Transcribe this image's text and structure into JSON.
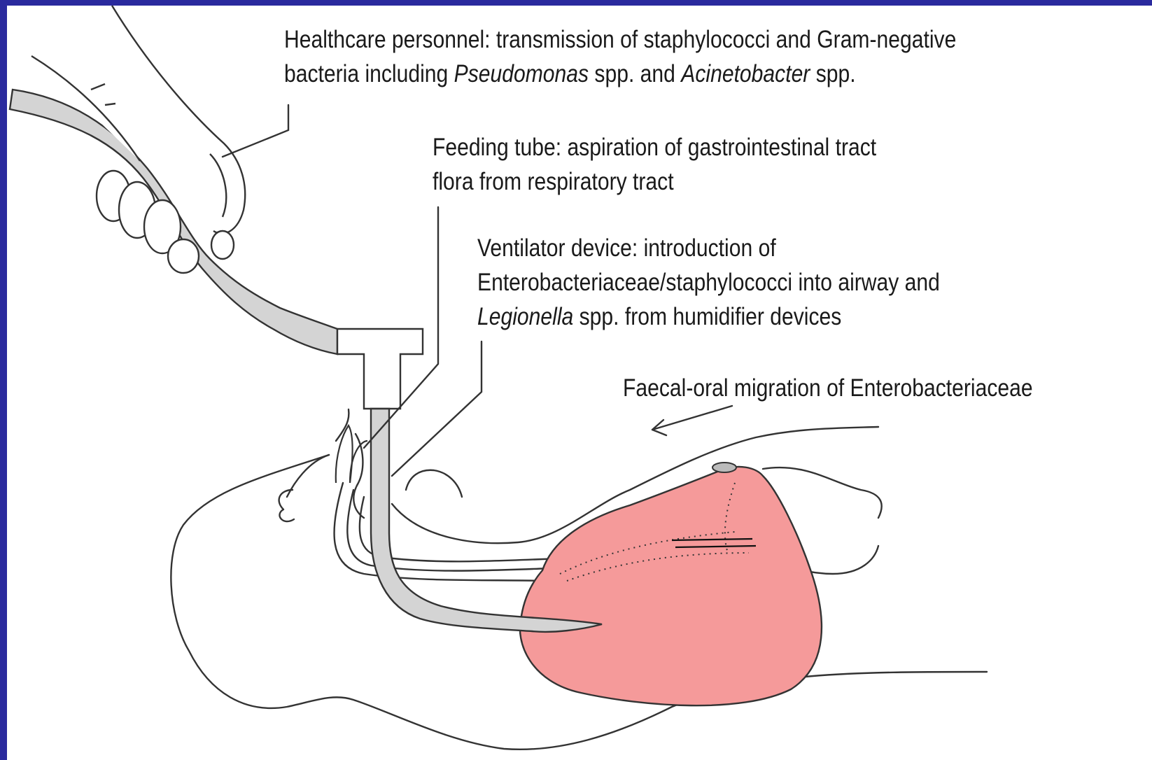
{
  "colors": {
    "slide_border": "#2a2a9e",
    "background": "#ffffff",
    "lung_fill": "#f59a9a",
    "tube_fill": "#d4d4d4",
    "line": "#333333"
  },
  "labels": {
    "personnel": {
      "line1": "Healthcare personnel: transmission of staphylococci and Gram-negative",
      "line2_a": "bacteria including ",
      "line2_b": "Pseudomonas",
      "line2_c": " spp. and ",
      "line2_d": "Acinetobacter",
      "line2_e": " spp."
    },
    "feeding": {
      "line1": "Feeding tube: aspiration of gastrointestinal tract",
      "line2": "flora from respiratory tract"
    },
    "ventilator": {
      "line1": "Ventilator device: introduction of",
      "line2": "Enterobacteriaceae/staphylococci into airway and",
      "line3_a": "Legionella",
      "line3_b": " spp. from humidifier devices"
    },
    "faecal": {
      "line1": "Faecal-oral migration of Enterobacteriaceae"
    }
  }
}
